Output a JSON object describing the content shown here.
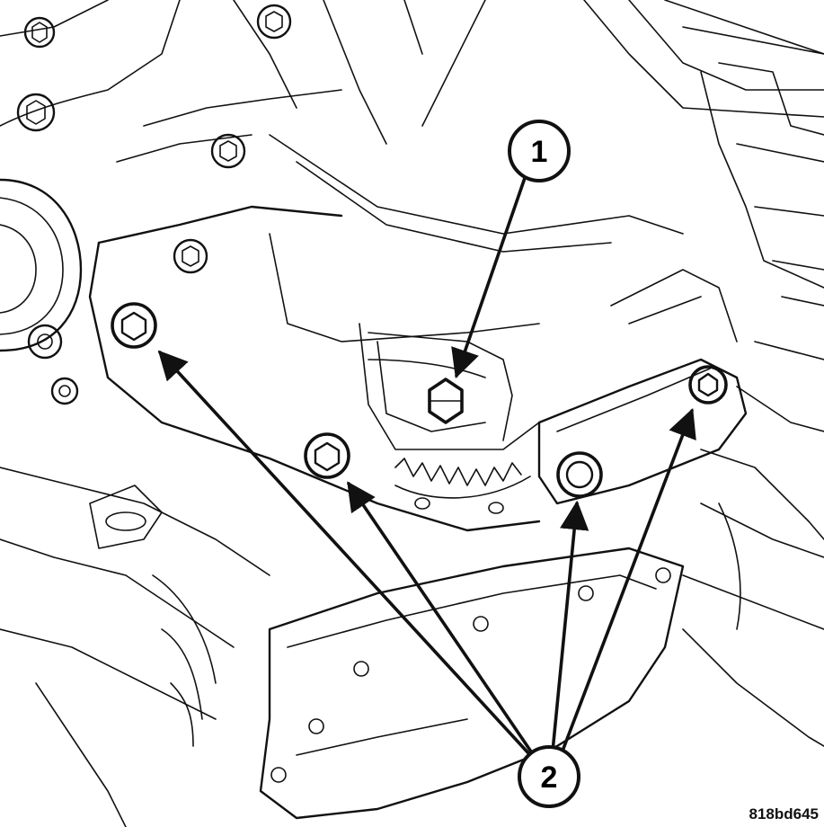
{
  "callouts": [
    {
      "label": "1",
      "target": "center-bolt"
    },
    {
      "label": "2",
      "target": "mount-bolts"
    }
  ],
  "figure_code": "818bd645"
}
